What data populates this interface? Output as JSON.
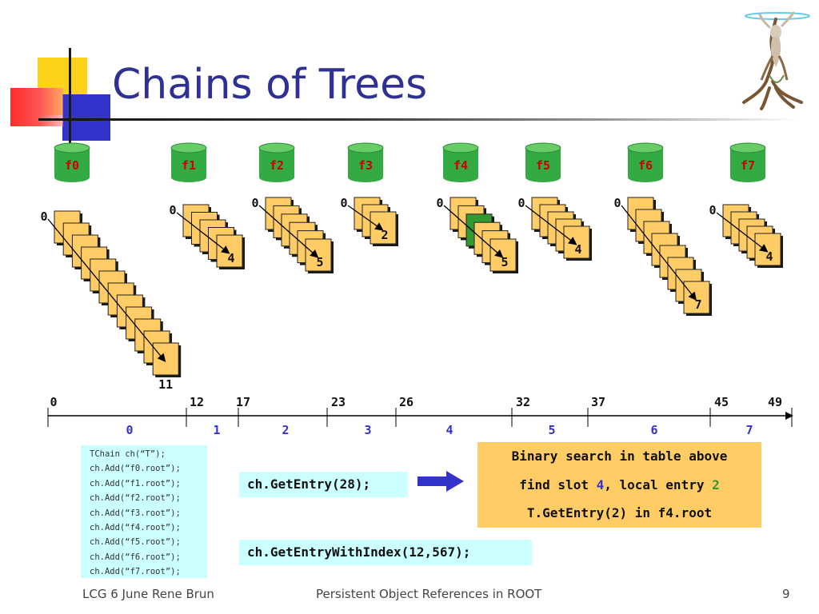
{
  "title": "Chains of Trees",
  "files": [
    {
      "label": "f0",
      "first": "0",
      "last": "11",
      "count": 12
    },
    {
      "label": "f1",
      "first": "0",
      "last": "4",
      "count": 5
    },
    {
      "label": "f2",
      "first": "0",
      "last": "5",
      "count": 6
    },
    {
      "label": "f3",
      "first": "0",
      "last": "2",
      "count": 3
    },
    {
      "label": "f4",
      "first": "0",
      "last": "5",
      "count": 6,
      "highlight_index": 2
    },
    {
      "label": "f5",
      "first": "0",
      "last": "4",
      "count": 5
    },
    {
      "label": "f6",
      "first": "0",
      "last": "7",
      "count": 8
    },
    {
      "label": "f7",
      "first": "0",
      "last": "4",
      "count": 5
    }
  ],
  "axis": {
    "boundaries": [
      "0",
      "12",
      "17",
      "23",
      "26",
      "32",
      "37",
      "45",
      "49"
    ],
    "slots": [
      "0",
      "1",
      "2",
      "3",
      "4",
      "5",
      "6",
      "7"
    ]
  },
  "code": {
    "lines": [
      "TChain ch(“T”);",
      "ch.Add(“f0.root”);",
      "ch.Add(“f1.root”);",
      "ch.Add(“f2.root”);",
      "ch.Add(“f3.root”);",
      "ch.Add(“f4.root”);",
      "ch.Add(“f5.root”);",
      "ch.Add(“f6.root”);",
      "ch.Add(“f7.root”);"
    ]
  },
  "calls": {
    "get_entry": "ch.GetEntry(28);",
    "get_entry_with_index": "ch.GetEntryWithIndex(12,567);"
  },
  "result": {
    "line1": "Binary search in table above",
    "line2_prefix": "find slot ",
    "slot": "4",
    "line2_mid": ", local entry ",
    "local_entry": "2",
    "line3": "T.GetEntry(2) in f4.root"
  },
  "footer": {
    "left": "LCG 6 June  Rene Brun",
    "center": "Persistent Object References in ROOT",
    "page": "9"
  },
  "colors": {
    "title": "#2e3192",
    "cylinder": "#33aa44",
    "file_label": "#cc0000",
    "page": "#ffcc66",
    "page_highlight": "#339933",
    "slot_label": "#3333cc",
    "code_bg": "#ccffff",
    "result_bg": "#ffcc66"
  }
}
